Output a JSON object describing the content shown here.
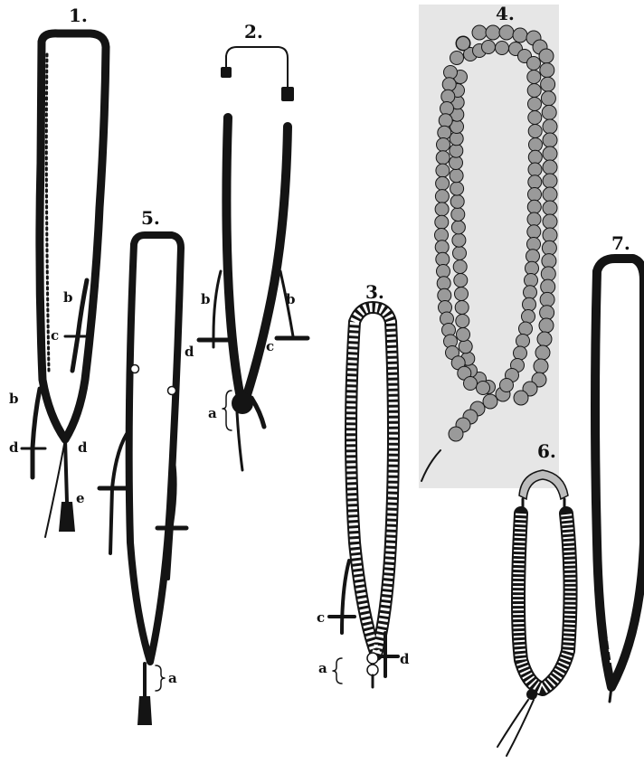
{
  "figures": {
    "fig1": {
      "number": "1.",
      "labels": {
        "b_upper": "b",
        "c": "c",
        "b_lower": "b",
        "d_left": "d",
        "d_right": "d",
        "e": "e"
      }
    },
    "fig2": {
      "number": "2.",
      "labels": {
        "b_left": "b",
        "b_right": "b",
        "d": "d",
        "c": "c",
        "a": "a"
      }
    },
    "fig3": {
      "number": "3.",
      "labels": {
        "c": "c",
        "a": "a",
        "d": "d"
      }
    },
    "fig4": {
      "number": "4."
    },
    "fig5": {
      "number": "5.",
      "labels": {
        "a": "a"
      }
    },
    "fig6": {
      "number": "6."
    },
    "fig7": {
      "number": "7."
    }
  },
  "colors": {
    "ink": "#141414",
    "photo_background": "#e6e6e6",
    "bead_fill": "#9a9a9a",
    "paper": "#ffffff"
  }
}
